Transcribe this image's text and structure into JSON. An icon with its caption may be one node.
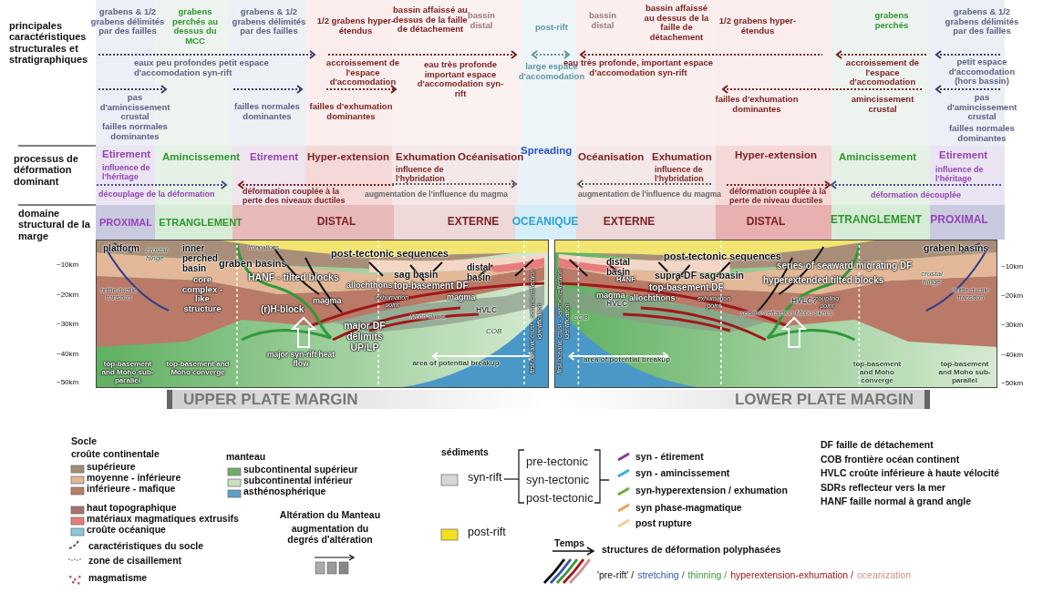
{
  "diagram": {
    "labels": [
      "principales caractéristiques structurales et stratigraphiques",
      "grabens & 1/2 grabens délimités par des failles",
      "grabens perchés au dessus du MCC",
      "grabens & 1/2 grabens délimités par des failles",
      "1/2 grabens hyper-étendus",
      "bassin affaissé au dessus de la faille de détachement",
      "bassin distal",
      "post-rift",
      "bassin distal",
      "bassin affaissé au dessus de la faille de détachement",
      "1/2 grabens hyper-étendus",
      "grabens perchés",
      "grabens & 1/2 grabens délimités par des failles",
      "eaux peu profondes petit espace d'accomodation syn-rift",
      "accroissement de l'espace d'accomodation",
      "eau très profonde important espace d'accomodation syn-rift",
      "large espace d'accomodation",
      "eau très profonde, important espace d'accomodation syn-rift",
      "accroissement de l'espace d'accomodation",
      "petit espace d'accomodation (hors bassin)",
      "pas d'amincissement crustal",
      "failles normales dominantes",
      "failles normales dominantes",
      "failles d'exhumation dominantes",
      "failles d'exhumation dominantes",
      "amincissement crustal",
      "pas d'amincissement crustal",
      "failles normales dominantes",
      "processus de déformation dominant",
      "Etirement",
      "influence de l'héritage",
      "Amincissement",
      "Etirement",
      "Hyper-extension",
      "Exhumation",
      "influence de l'hybridation",
      "Océanisation",
      "Spreading",
      "Océanisation",
      "Exhumation",
      "influence de l'hybridation",
      "Hyper-extension",
      "Amincissement",
      "Etirement",
      "influence de l'héritage",
      "découplage de la déformation",
      "déformation couplée à la perte des niveaux ductiles",
      "augmentation de l'influence du magma",
      "augmentation de l'influence du magma",
      "déformation couplée à la perte de niveau ductiles",
      "déformation découplée",
      "domaine structural de la marge",
      "PROXIMAL",
      "ETRANGLEMENT",
      "DISTAL",
      "EXTERNE",
      "OCEANIQUE",
      "EXTERNE",
      "DISTAL",
      "ETRANGLEMENT",
      "PROXIMAL",
      "platform",
      "crustal hinge",
      "inner perched basin",
      "truncations",
      "post-tectonic sequences",
      "graben basins",
      "HANF - tilted blocks",
      "sag basin",
      "distal basin",
      "core complex -like structure",
      "brittle-ductile transition",
      "allochthons",
      "top-basement DF",
      "magma",
      "exhumation point",
      "magma",
      "(r)H-block",
      "HVLC",
      "Moho 8km/s",
      "COB",
      "major DF delimits UP/LP",
      "major syn-rift heat flow",
      "area of potential breakup",
      "top-basement and Moho sub-parallel",
      "top-basement and Moho converge",
      "first oceanic crust - seismic reflection identification",
      "UPPER PLATE MARGIN",
      "post-tectonic sequences",
      "graben basins",
      "distal basin",
      "supra-DF sag-basin",
      "series of seaward migrating DF",
      "hyperextended tilted blocks",
      "HANF",
      "top-basement DF",
      "crustal hinge",
      "magma",
      "allochthons",
      "exhumation point",
      "brittle-ductile transition",
      "HVLC",
      "HVLC?",
      "coupling point",
      "seismic refraction Moho 8km/s",
      "first oceanic crust - seismic reflection identification",
      "COB",
      "area of potential breakup",
      "top-basement and Moho converge",
      "top-basement and Moho sub-parallel",
      "LOWER PLATE MARGIN",
      "~10km",
      "~20km",
      "~30km",
      "~40km",
      "~50km",
      "~10km",
      "~20km",
      "~30km",
      "~40km",
      "~50km",
      "Socle",
      "croûte continentale",
      "manteau",
      "Altération du Manteau",
      "augmentation du degrés d'altération",
      "sédiments",
      "pre-tectonic",
      "syn-tectonic",
      "post-tectonic",
      "Temps",
      "structures de déformation polyphasées",
      "'pre-rift' /",
      "stretching /",
      "thinning /",
      "hyperextension-exhumation /",
      "oceanization",
      "DF faille de détachement",
      "COB frontière océan continent",
      "HVLC croûte inférieure à haute vélocité",
      "SDRs reflecteur vers la mer",
      "HANF faille normal à grand angle"
    ],
    "legend": [
      {
        "text": "supérieure",
        "color": "#a08c78"
      },
      {
        "text": "moyenne - inférieure",
        "color": "#e0b896"
      },
      {
        "text": "inférieure - mafique",
        "color": "#b87e6a"
      },
      {
        "text": "subcontinental supérieur",
        "color": "#6fae6a"
      },
      {
        "text": "subcontinental inférieur",
        "color": "#c8e2c0"
      },
      {
        "text": "asthénosphérique",
        "color": "#5fa0c8"
      },
      {
        "text": "haut topographique",
        "color": "#a87070"
      },
      {
        "text": "matériaux magmatiques extrusifs",
        "color": "#e87c7c"
      },
      {
        "text": "croûte océanique",
        "color": "#88c8e0"
      },
      {
        "text": "caractéristiques du socle"
      },
      {
        "text": "zone de cisaillement"
      },
      {
        "text": "magmatisme"
      },
      {
        "text": "syn-rift",
        "color": "#d8d8d8"
      },
      {
        "text": "post-rift",
        "color": "#f0e020"
      },
      {
        "text": "syn - étirement"
      },
      {
        "text": "syn - amincissement"
      },
      {
        "text": "syn-hyperextension / exhumation"
      },
      {
        "text": "syn phase-magmatique"
      },
      {
        "text": "post rupture"
      }
    ]
  }
}
